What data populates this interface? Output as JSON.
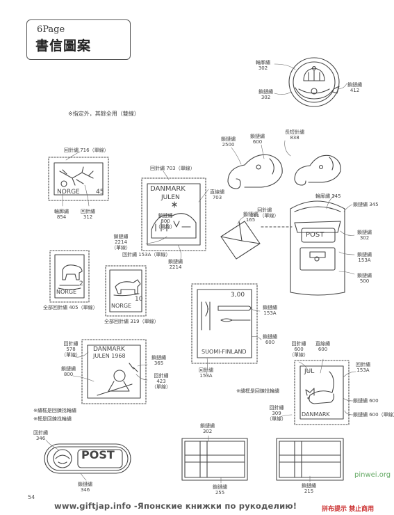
{
  "header": {
    "page_tag": "6Page",
    "title": "書信圖案"
  },
  "note_top": "※指定外，其餘全用（雙線）",
  "stamp_norge_tree": {
    "stamp_text": "NORGE",
    "value": "45",
    "labels": {
      "outline": "回針繡 716（單線）",
      "leaf": [
        "輪廓繡",
        "854"
      ],
      "branch": [
        "回針繡",
        "312"
      ]
    }
  },
  "stamp_danmark_julen": {
    "line1": "DANMARK",
    "line2": "JULEN",
    "labels": {
      "outline": "回針繡 703（單線）",
      "star": [
        "直線繡",
        "703"
      ],
      "house": [
        "鎖鏈繡",
        "800",
        "（單線）"
      ],
      "window": [
        "鎖鏈繡",
        "2214",
        "（單線）"
      ],
      "frame": "回針繡 153A（單線）",
      "ground": [
        "鎖鏈繡",
        "2214"
      ]
    }
  },
  "stamp_norge_bear": {
    "stamp_text": "NORGE",
    "value": "2",
    "label": "全部回針繡 405（單線）"
  },
  "stamp_norge_cow": {
    "stamp_text": "NORGE",
    "value": "10",
    "label": "全部回針繡 319（單線）"
  },
  "letter": {
    "labels": {
      "envelope": [
        "鎖鏈繡",
        "165"
      ],
      "dash": [
        "回針繡",
        "311（單線）"
      ]
    }
  },
  "elephants": {
    "labels": {
      "a": [
        "鎖鏈繡",
        "2500"
      ],
      "b": [
        "鎖鏈繡",
        "600"
      ],
      "c": [
        "長短針繡",
        "838"
      ]
    }
  },
  "crown_emblem": {
    "labels": {
      "crown": [
        "輪廓繡",
        "302"
      ],
      "horn": [
        "鎖鏈繡",
        "302"
      ],
      "ring": [
        "鎖鏈繡",
        "412"
      ]
    }
  },
  "mailbox": {
    "text": "POST",
    "labels": {
      "top": "輪廓繡 345",
      "roof": "鎖鏈繡 345",
      "plate": [
        "鎖鏈繡",
        "302"
      ],
      "slot": [
        "鎖鏈繡",
        "153A"
      ],
      "body": [
        "鎖鏈繡",
        "500"
      ]
    }
  },
  "stamp_suomi": {
    "value": "3,00",
    "stamp_text": "SUOMI-FINLAND",
    "labels": {
      "cutlery": [
        "鎖鏈繡",
        "153A"
      ],
      "frame": [
        "鎖鏈繡",
        "600"
      ],
      "bottom": [
        "回針繡",
        "153A"
      ]
    }
  },
  "stamp_danmark_1968": {
    "line1": "DANMARK",
    "line2": "JULEN 1968",
    "labels": {
      "left_a": [
        "回針繡",
        "578",
        "（單線）"
      ],
      "left_b": [
        "鎖鏈繡",
        "800"
      ],
      "right_a": [
        "鎖鏈繡",
        "365"
      ],
      "right_b": [
        "回針繡",
        "423",
        "（單線）"
      ]
    }
  },
  "note_mid_a": "※繡框是回鍊找輪繡",
  "note_mid_b": "※框是回鍊找輪繡",
  "note_cat": "※繡框是回鍊找輪繡",
  "stamp_jul_cat": {
    "line1": "JUL",
    "stamp_text": "DANMARK",
    "labels": {
      "a": [
        "回針繡",
        "600",
        "（單線）"
      ],
      "b": [
        "直線繡",
        "600"
      ],
      "c": [
        "回針繡",
        "153A"
      ],
      "d": "鎖鏈繡 600",
      "e": "鎖鏈繡 600（單線）",
      "f": [
        "回針繡",
        "309",
        "（單線）"
      ]
    }
  },
  "post_badge": {
    "text": "POST",
    "labels": {
      "top": [
        "回針繡",
        "346"
      ],
      "bottom": [
        "鎖鏈繡",
        "346"
      ]
    }
  },
  "flag_left": {
    "labels": {
      "top": [
        "鎖鏈繡",
        "302"
      ],
      "bottom": [
        "鎖鏈繡",
        "255"
      ]
    }
  },
  "flag_right": {
    "labels": {
      "bottom": [
        "鎖鏈繡",
        "215"
      ]
    }
  },
  "page_number": "54",
  "footer_url": "www.giftjap.info -Японские книжки по рукоделию!",
  "footer_copy": "拼布提示 禁止商用",
  "watermark": "pinwei.org"
}
